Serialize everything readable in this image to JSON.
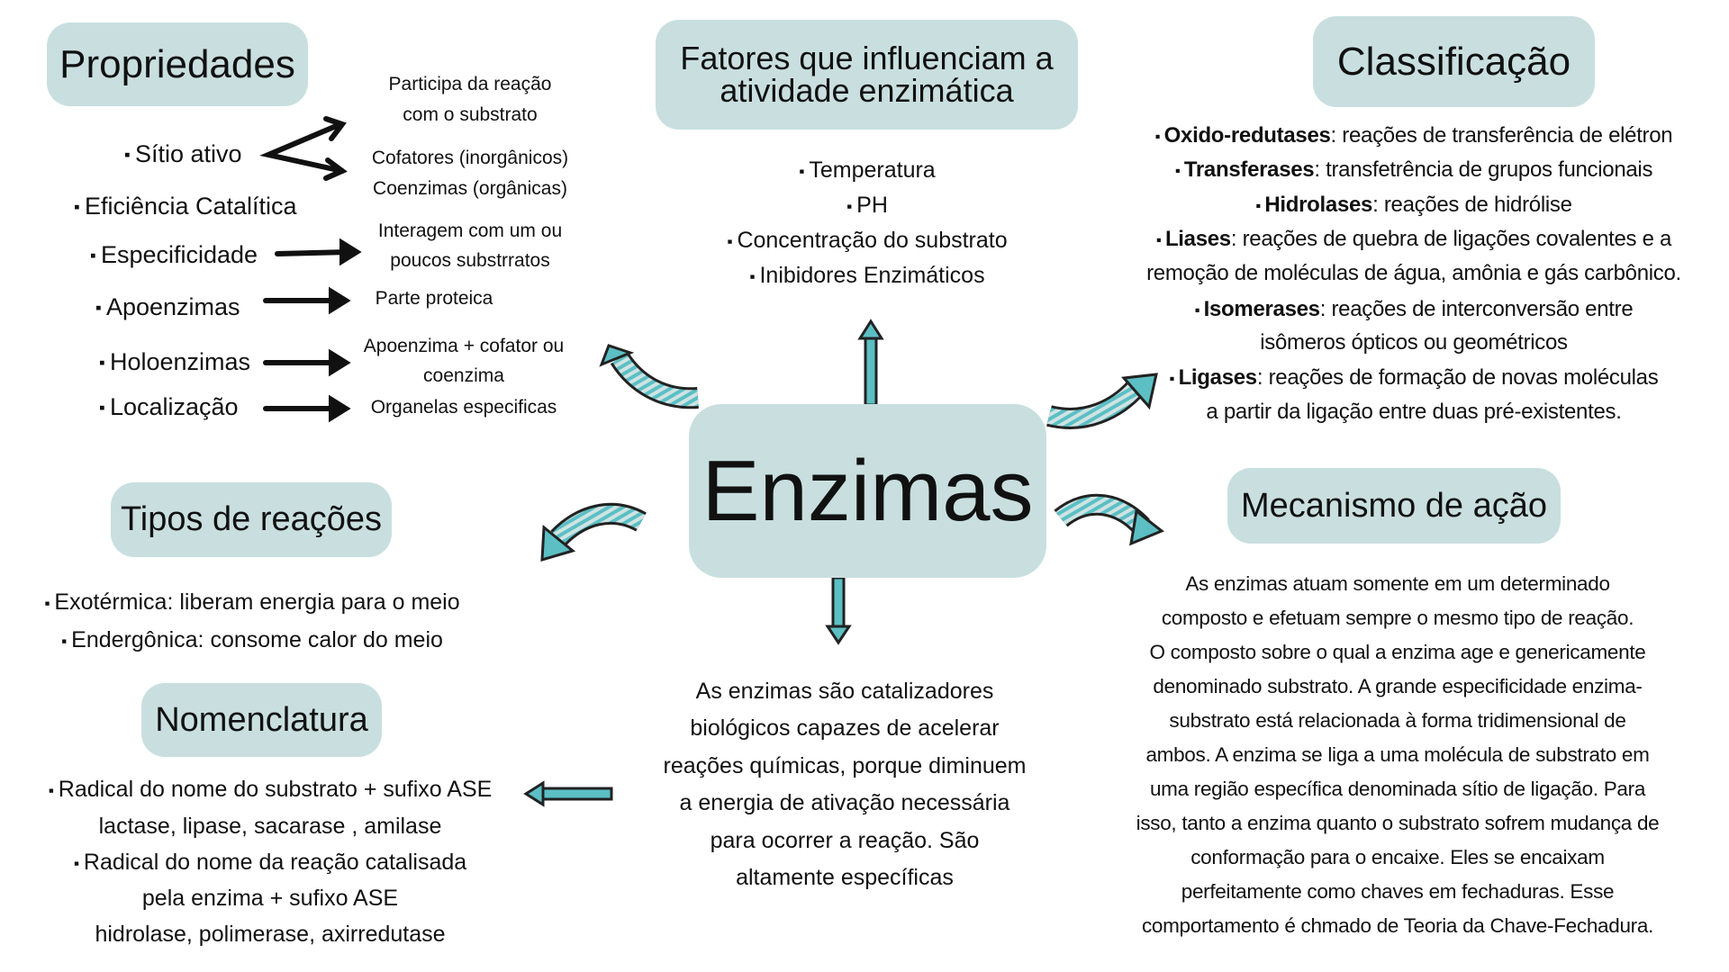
{
  "colors": {
    "box_fill": "#c9dfdf",
    "arrow_teal": "#5bbfc4",
    "arrow_outline": "#222222",
    "text": "#111111"
  },
  "center": {
    "title": "Enzimas"
  },
  "propriedades": {
    "title": "Propriedades",
    "items": [
      "Sítio ativo",
      "Eficiência Catalítica",
      "Especificidade",
      "Apoenzimas",
      "Holoenzimas",
      "Localização"
    ],
    "details": {
      "sitio_1": [
        "Participa da reação",
        "com o substrato"
      ],
      "sitio_2": [
        "Cofatores (inorgânicos)",
        "Coenzimas (orgânicas)"
      ],
      "especificidade": [
        "Interagem com um ou",
        "poucos substrratos"
      ],
      "apoenzimas": [
        "Parte proteica"
      ],
      "holoenzimas": [
        "Apoenzima + cofator ou",
        "coenzima"
      ],
      "localizacao": [
        "Organelas especificas"
      ]
    }
  },
  "fatores": {
    "title_lines": [
      "Fatores que influenciam a",
      "atividade enzimática"
    ],
    "items": [
      "Temperatura",
      "PH",
      "Concentração do substrato",
      "Inibidores Enzimáticos"
    ]
  },
  "classificacao": {
    "title": "Classificação",
    "items": [
      {
        "term": "Oxido-redutases",
        "text": ":  reações de transferência de  elétron"
      },
      {
        "term": "Transferases",
        "text": ": transfetrência de grupos funcionais"
      },
      {
        "term": "Hidrolases",
        "text": ": reações de  hidrólise"
      },
      {
        "term": "Liases",
        "text": ": reações de quebra de ligações covalentes e a",
        "cont": "remoção de moléculas de água, amônia e gás carbônico."
      },
      {
        "term": "Isomerases",
        "text": ": reações de interconversão entre",
        "cont": "isômeros ópticos ou geométricos"
      },
      {
        "term": "Ligases",
        "text": ": reações de formação de novas moléculas",
        "cont": "a partir da ligação entre duas pré-existentes."
      }
    ]
  },
  "tipos": {
    "title": "Tipos de reações",
    "items": [
      "Exotérmica: liberam energia para o meio",
      "Endergônica: consome calor do meio"
    ]
  },
  "nomenclatura": {
    "title": "Nomenclatura",
    "lines": [
      "Radical do nome do substrato + sufixo ASE",
      "lactase, lipase, sacarase , amilase",
      "Radical do nome da reação catalisada",
      "pela enzima + sufixo ASE",
      "hidrolase, polimerase, axirredutase"
    ]
  },
  "definicao": {
    "lines": [
      "As enzimas são catalizadores",
      "biológicos capazes de acelerar",
      "reações químicas, porque diminuem",
      "a energia de ativação necessária",
      "para ocorrer a reação. São",
      "altamente específicas"
    ]
  },
  "mecanismo": {
    "title": "Mecanismo de ação",
    "lines": [
      "As enzimas atuam somente em um determinado",
      "composto e efetuam sempre o mesmo tipo de reação.",
      "O composto sobre o qual a enzima age e genericamente",
      "denominado substrato. A grande especificidade enzima-",
      "substrato está relacionada à forma tridimensional de",
      "ambos. A enzima se liga a uma molécula de substrato em",
      "uma região específica denominada sítio de ligação. Para",
      "isso, tanto a enzima quanto o substrato sofrem mudança de",
      "conformação para o encaixe. Eles se encaixam",
      "perfeitamente como chaves em fechaduras. Esse",
      "comportamento é chmado de Teoria da Chave-Fechadura."
    ]
  }
}
